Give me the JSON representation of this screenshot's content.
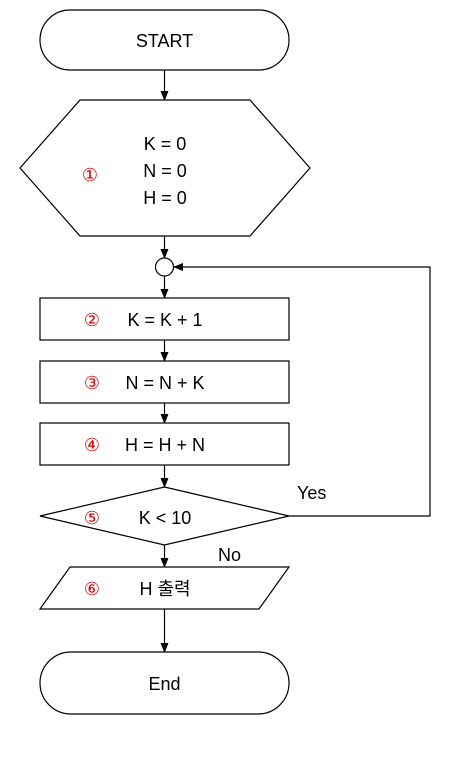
{
  "flowchart": {
    "start": {
      "label": "START"
    },
    "init": {
      "number": "①",
      "lines": [
        "K = 0",
        "N = 0",
        "H = 0"
      ]
    },
    "step2": {
      "number": "②",
      "label": "K = K + 1"
    },
    "step3": {
      "number": "③",
      "label": "N = N + K"
    },
    "step4": {
      "number": "④",
      "label": "H = H + N"
    },
    "decision": {
      "number": "⑤",
      "label": "K < 10",
      "yes_label": "Yes",
      "no_label": "No"
    },
    "output": {
      "number": "⑥",
      "label": "H 출력"
    },
    "end": {
      "label": "End"
    }
  }
}
